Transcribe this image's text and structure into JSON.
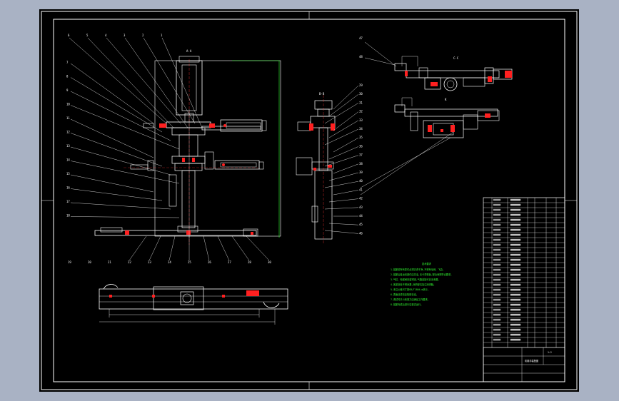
{
  "drawing": {
    "balloons_left": [
      "6",
      "5",
      "4",
      "3",
      "2",
      "1",
      "7",
      "8",
      "9",
      "10",
      "11",
      "12",
      "13",
      "14",
      "15",
      "16",
      "17",
      "18"
    ],
    "balloons_bottom": [
      "19",
      "20",
      "21",
      "22",
      "23",
      "24",
      "25",
      "26",
      "27",
      "28",
      "30"
    ],
    "balloons_mid": [
      "29",
      "30",
      "31",
      "32",
      "33",
      "34",
      "35",
      "36",
      "37",
      "38",
      "39",
      "40",
      "41",
      "42",
      "43",
      "44",
      "45",
      "46"
    ],
    "balloons_right": [
      "47",
      "48"
    ],
    "section_a": "A-A",
    "section_b": "B-B",
    "section_c": "C-C",
    "view_k": "K"
  },
  "notes": {
    "title": "技术要求",
    "lines": [
      "1.装配前所有零件必须清洗干净,不得有毛刺、飞边。",
      "2.装配后各运动部件应灵活,无卡滞现象,配合间隙符合要求。",
      "3.气缸、电磁阀安装牢固,气路连接可靠无泄漏。",
      "4.各密封处不得渗漏,润滑部位加注润滑脂。",
      "5.未注公差尺寸按GB/T1804-m执行。",
      "6.表面涂漆前应除锈去油。",
      "7.调试时手爪夹紧力应满足工作要求。",
      "8.装配完成后进行空载试运行。"
    ]
  },
  "title_block": {
    "title": "机械手装配图",
    "scale": "1:2"
  },
  "colors": {
    "paper": "#000000",
    "outer_bg": "#a9b2c4",
    "line": "#ffffff",
    "accent": "#ff2020",
    "note": "#33ff33"
  }
}
